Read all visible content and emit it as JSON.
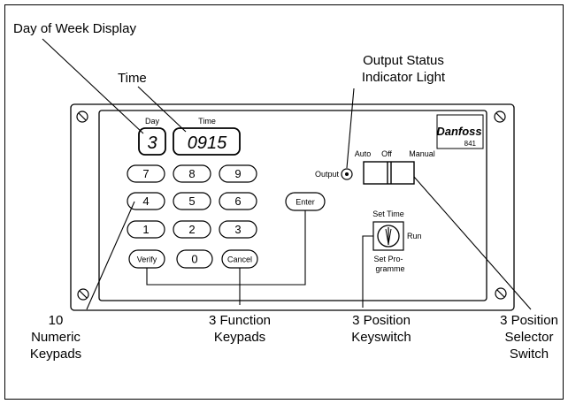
{
  "callouts": {
    "day_of_week": "Day of Week Display",
    "time": "Time",
    "output_status_1": "Output Status",
    "output_status_2": "Indicator Light",
    "numeric_1": "10",
    "numeric_2": "Numeric",
    "numeric_3": "Keypads",
    "function_1": "3 Function",
    "function_2": "Keypads",
    "keyswitch_1": "3 Position",
    "keyswitch_2": "Keyswitch",
    "selector_1": "3 Position",
    "selector_2": "Selector",
    "selector_3": "Switch"
  },
  "panel": {
    "day_label": "Day",
    "time_label": "Time",
    "day_value": "3",
    "time_value": "0915",
    "brand": "Danfoss",
    "model": "841",
    "output_label": "Output",
    "selector_auto": "Auto",
    "selector_off": "Off",
    "selector_manual": "Manual",
    "keyswitch_set_time": "Set Time",
    "keyswitch_run": "Run",
    "keyswitch_set_prog_1": "Set Pro-",
    "keyswitch_set_prog_2": "gramme"
  },
  "keys": {
    "k7": "7",
    "k8": "8",
    "k9": "9",
    "k4": "4",
    "k5": "5",
    "k6": "6",
    "k1": "1",
    "k2": "2",
    "k3": "3",
    "verify": "Verify",
    "k0": "0",
    "cancel": "Cancel",
    "enter": "Enter"
  }
}
